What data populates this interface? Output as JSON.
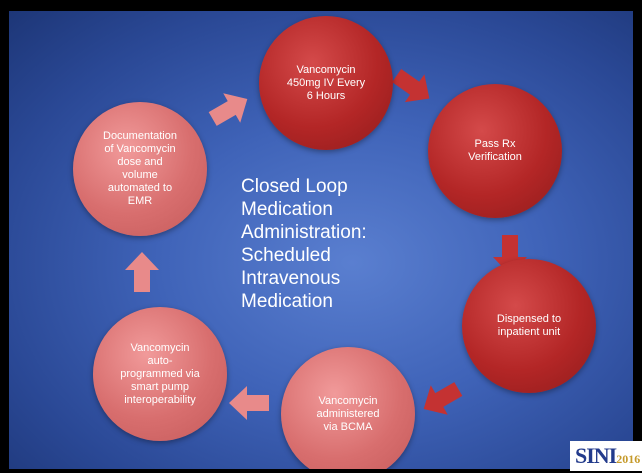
{
  "nodes": {
    "vancomycin_order": "Vancomycin\n450mg IV Every\n6 Hours",
    "pass_rx": "Pass Rx\nVerification",
    "dispensed": "Dispensed to\ninpatient unit",
    "administered": "Vancomycin\nadministered\nvia BCMA",
    "autoprogrammed": "Vancomycin\nauto-\nprogrammed via\nsmart pump\ninteroperability",
    "documentation": "Documentation\nof Vancomycin\ndose and\nvolume\nautomated to\nEMR"
  },
  "center_text": "Closed Loop\nMedication\nAdministration:\nScheduled\nIntravenous\nMedication",
  "logo": {
    "main": "SINI",
    "year": "2016"
  },
  "colors": {
    "background": "#3f63b8",
    "dark_node": "#b32626",
    "light_node": "#d86e6e",
    "dark_arrow": "#c43232",
    "light_arrow": "#e88a8a"
  }
}
